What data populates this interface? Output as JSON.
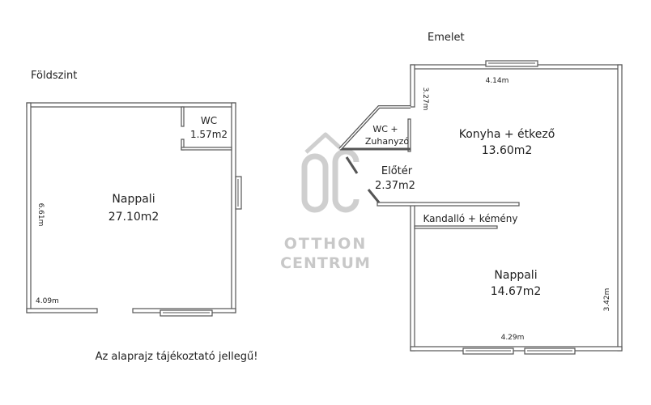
{
  "floors": {
    "ground": {
      "title": "Földszint",
      "rooms": {
        "living": {
          "name": "Nappali",
          "area": "27.10m2"
        },
        "wc": {
          "name": "WC",
          "area": "1.57m2"
        }
      },
      "dims": {
        "height": "6.61m",
        "width": "4.09m"
      }
    },
    "upper": {
      "title": "Emelet",
      "rooms": {
        "kitchen": {
          "name": "Konyha + étkező",
          "area": "13.60m2"
        },
        "wc_shower": {
          "name_line1": "WC +",
          "name_line2": "Zuhanyzó"
        },
        "hall": {
          "name": "Előtér",
          "area": "2.37m2"
        },
        "fireplace": {
          "name": "Kandalló + kémény"
        },
        "living": {
          "name": "Nappali",
          "area": "14.67m2"
        }
      },
      "dims": {
        "top_width": "4.14m",
        "left_height": "3.27m",
        "bottom_width": "4.29m",
        "right_height": "3.42m"
      }
    }
  },
  "watermark": {
    "line1": "OTTHON",
    "line2": "CENTRUM"
  },
  "footer_note": "Az alaprajz tájékoztató jellegű!",
  "colors": {
    "wall": "#555555",
    "wall_fill": "#ffffff",
    "watermark": "#c8c8c8",
    "text": "#222222"
  }
}
